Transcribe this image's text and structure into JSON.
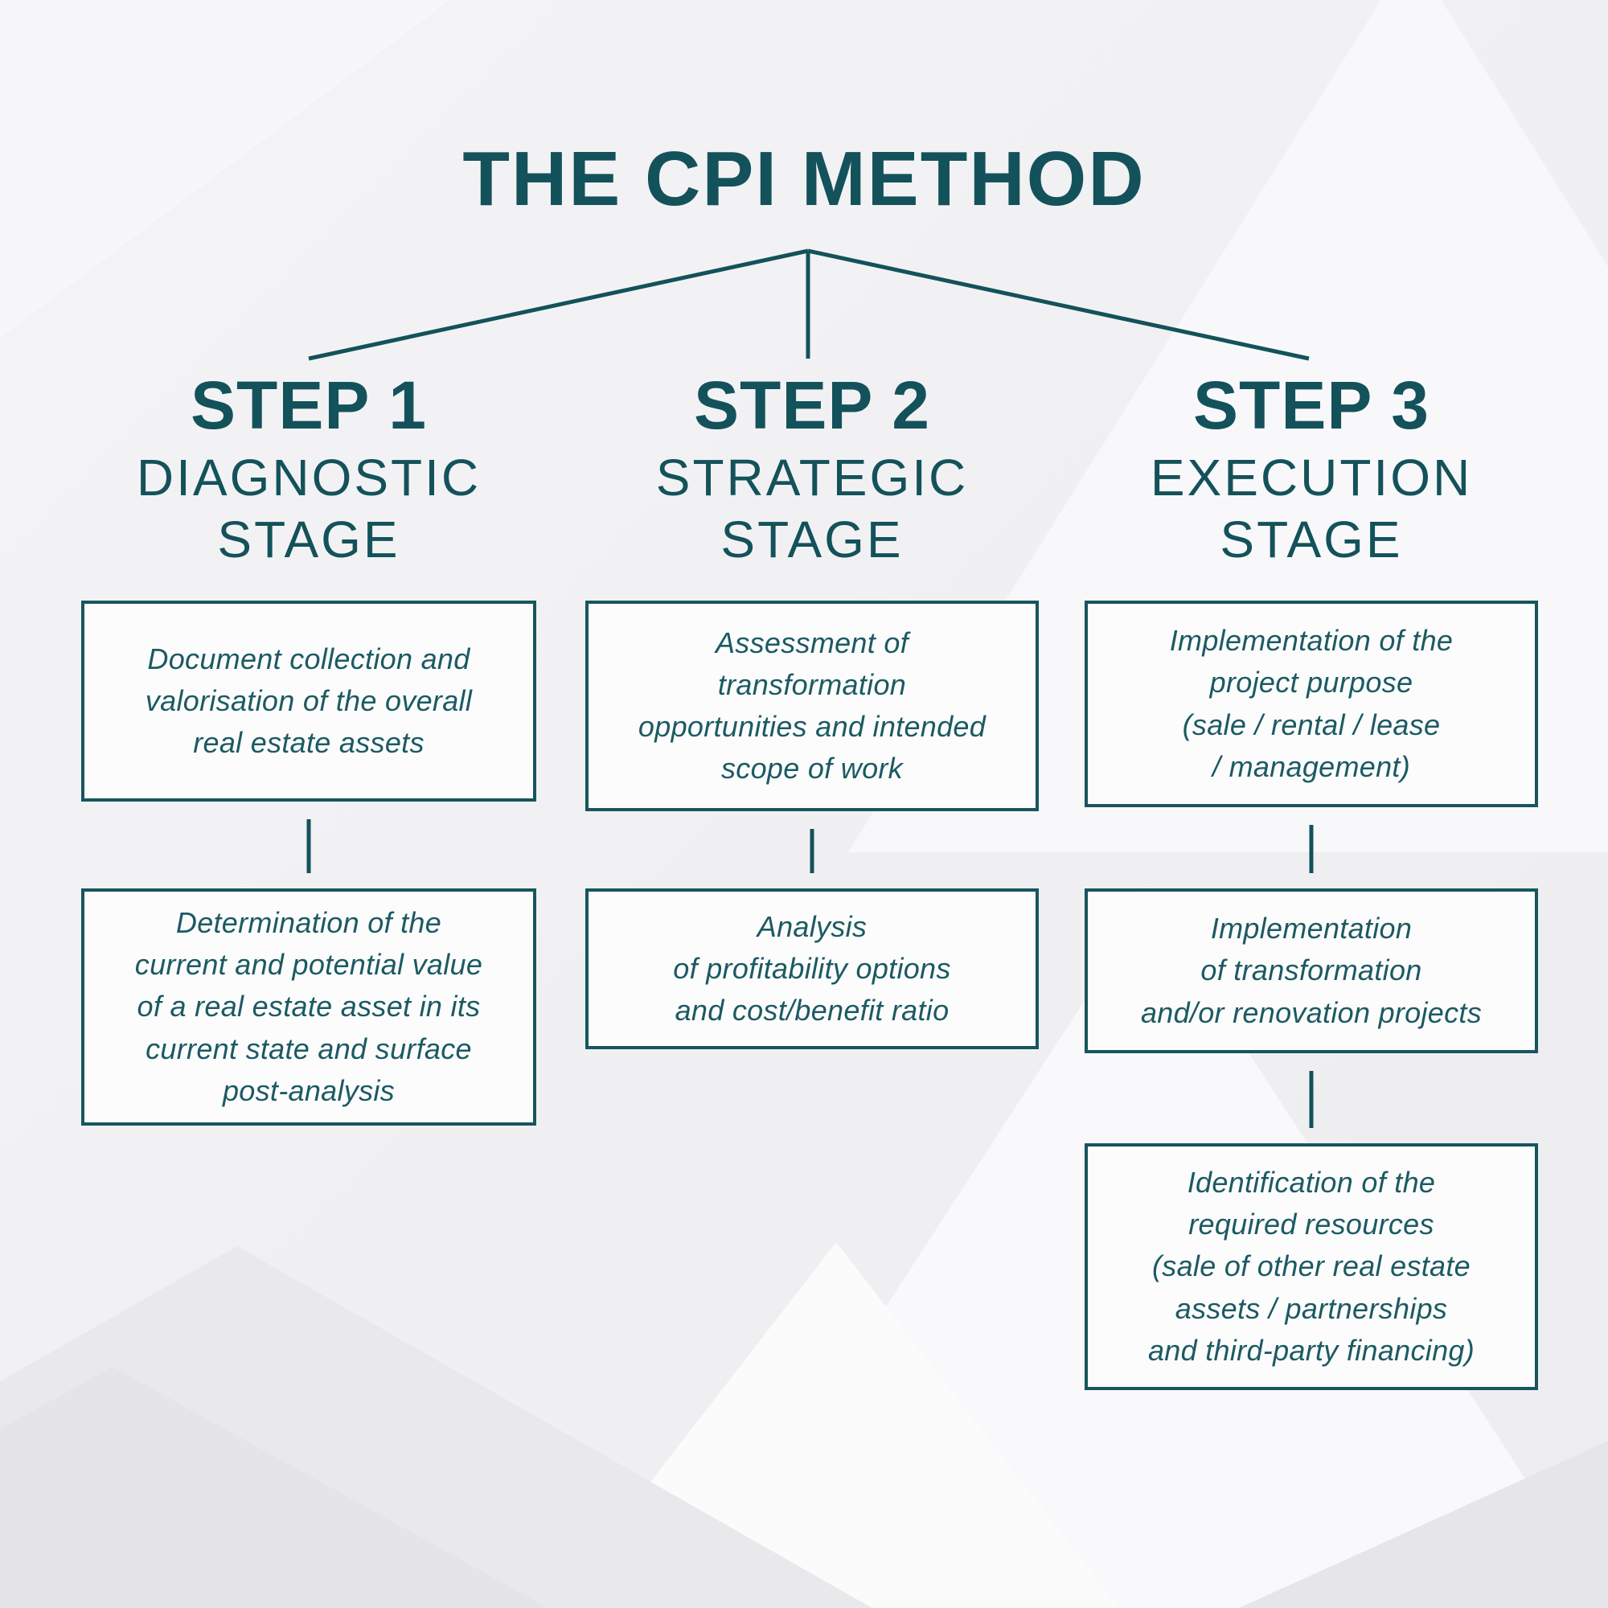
{
  "title": "THE CPI METHOD",
  "colors": {
    "teal": "#14525B",
    "teal_text": "#1C5A62",
    "teal_border": "#17565D",
    "box_bg": "#FCFCFD",
    "page_bg": "#F0F0F2"
  },
  "columns": [
    {
      "step_label": "STEP 1",
      "stage_label": [
        "DIAGNOSTIC",
        "STAGE"
      ],
      "boxes": [
        {
          "text": [
            "Document collection and",
            "valorisation of the overall",
            "real estate assets"
          ]
        },
        {
          "text": [
            "Determination of the",
            "current and potential value",
            "of a real estate asset in its",
            "current state and surface",
            "post-analysis"
          ]
        }
      ]
    },
    {
      "step_label": "STEP 2",
      "stage_label": [
        "STRATEGIC",
        "STAGE"
      ],
      "boxes": [
        {
          "text": [
            "Assessment of",
            "transformation",
            "opportunities and intended",
            "scope of work"
          ]
        },
        {
          "text": [
            "Analysis",
            "of profitability options",
            "and cost/benefit ratio"
          ]
        }
      ]
    },
    {
      "step_label": "STEP 3",
      "stage_label": [
        "EXECUTION",
        "STAGE"
      ],
      "boxes": [
        {
          "text": [
            "Implementation of the",
            "project purpose",
            "(sale / rental / lease",
            "/ management)"
          ]
        },
        {
          "text": [
            "Implementation",
            "of transformation",
            "and/or renovation projects"
          ]
        },
        {
          "text": [
            "Identification of the",
            "required resources",
            "(sale of other real estate",
            "assets / partnerships",
            "and third-party financing)"
          ]
        }
      ]
    }
  ]
}
